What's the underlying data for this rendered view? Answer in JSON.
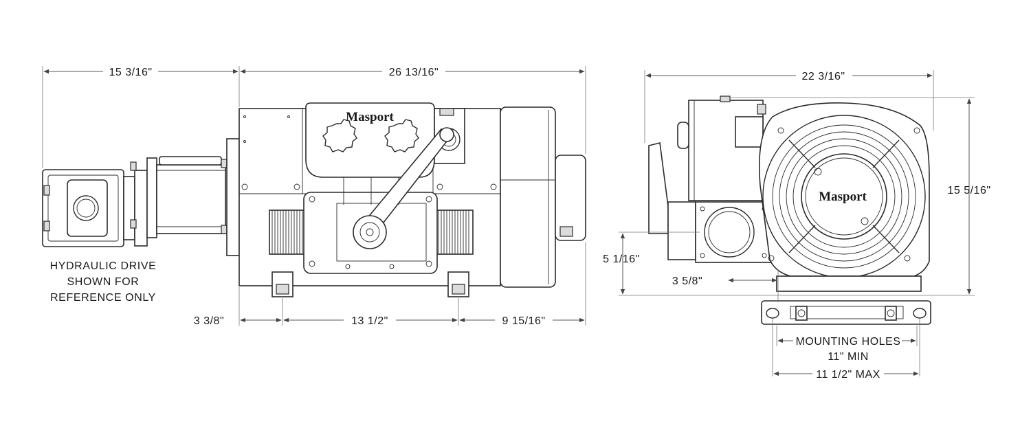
{
  "dimensions": {
    "side_left_width": "15 3/16\"",
    "side_main_width": "26 13/16\"",
    "side_foot_offset": "3 3/8\"",
    "side_foot_span": "13 1/2\"",
    "side_right_offset": "9 15/16\"",
    "front_width": "22 3/16\"",
    "front_height": "15 5/16\"",
    "front_port_height": "5 1/16\"",
    "front_port_offset": "3 5/8\"",
    "mounting_holes_label": "MOUNTING HOLES",
    "mounting_min": "11\" MIN",
    "mounting_max": "11 1/2\" MAX"
  },
  "notes": {
    "drive_line1": "HYDRAULIC DRIVE",
    "drive_line2": "SHOWN FOR",
    "drive_line3": "REFERENCE ONLY"
  },
  "brand": {
    "side_logo": "Masport",
    "front_logo": "Masport"
  }
}
